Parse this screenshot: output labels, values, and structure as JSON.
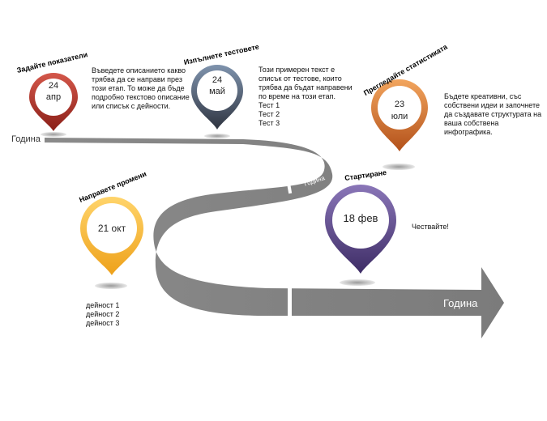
{
  "road": {
    "label_start": "Година",
    "label_mid": "Година",
    "label_end": "Година"
  },
  "pins": [
    {
      "id": "pin-zadaite",
      "title": "Задайте показатели",
      "date_line1": "24",
      "date_line2": "апр",
      "description": "Въведете описанието какво\nтрябва да се направи през\nтози етап. То може да бъде\nподробно текстово описание\nили списък с дейности.",
      "color_light": "#d4574a",
      "color_dark": "#8a1f18"
    },
    {
      "id": "pin-izpalnete",
      "title": "Изпълнете тестовете",
      "date_line1": "24",
      "date_line2": "май",
      "description": "Този примерен текст е\nсписък от тестове, които\nтрябва да бъдат направени\nпо време на този етап.\nТест 1\nТест 2\nТест 3",
      "color_light": "#7f93ad",
      "color_dark": "#2e3440"
    },
    {
      "id": "pin-pregledaite",
      "title": "Прегледайте статистиката",
      "date_line1": "23",
      "date_line2": "юли",
      "description": "Бъдете креативни, със\nсобствени идеи и започнете\nда създавате структурата на\nваша собствена\nинфографика.",
      "color_light": "#f2a55e",
      "color_dark": "#b3511a"
    },
    {
      "id": "pin-napravete",
      "title": "Направете промени",
      "date_line1": "21 окт",
      "date_line2": "",
      "description": "дейност 1\nдейност 2\nдейност 3",
      "color_light": "#ffd46b",
      "color_dark": "#eea11a"
    },
    {
      "id": "pin-startirane",
      "title": "Стартиране",
      "date_line1": "18 фев",
      "date_line2": "",
      "description": "Чествайте!",
      "color_light": "#8a76b8",
      "color_dark": "#3e2d66"
    }
  ]
}
